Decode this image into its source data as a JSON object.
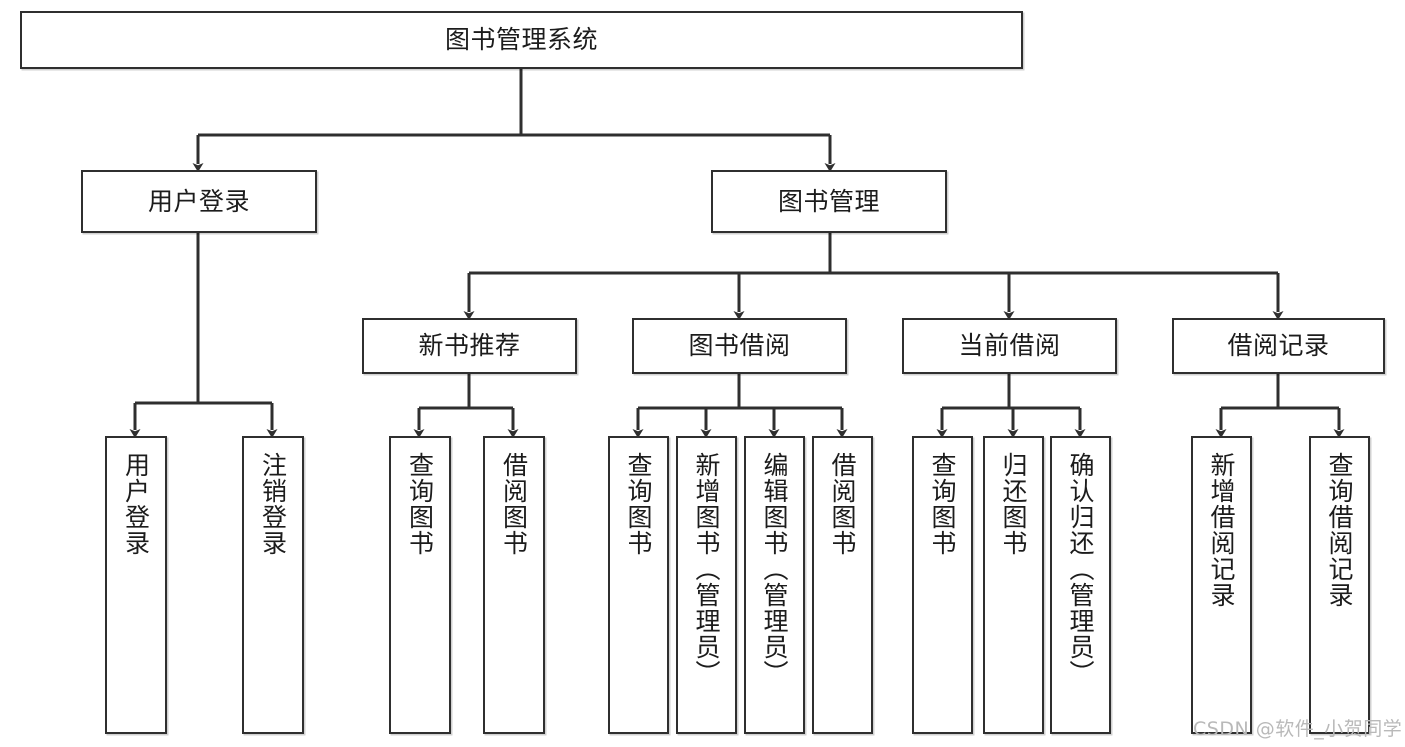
{
  "diagram": {
    "type": "tree-hierarchy-chart",
    "title": "图书管理系统",
    "orientation": "top-down",
    "colors": {
      "box_border": "#2f2f2f",
      "box_fill": "#ffffff",
      "edge": "#2f2f2f",
      "text": "#1c1c1c",
      "watermark": "#b9b9b9",
      "background": "#ffffff"
    }
  },
  "nodes": {
    "root": {
      "label": "图书管理系统"
    },
    "level2": [
      {
        "label": "用户登录"
      },
      {
        "label": "图书管理"
      }
    ],
    "level3": [
      {
        "label": "新书推荐"
      },
      {
        "label": "图书借阅"
      },
      {
        "label": "当前借阅"
      },
      {
        "label": "借阅记录"
      }
    ],
    "leaves": {
      "user_login": [
        {
          "label": "用户登录"
        },
        {
          "label": "注销登录"
        }
      ],
      "new_book_recommend": [
        {
          "label": "查询图书"
        },
        {
          "label": "借阅图书"
        }
      ],
      "book_borrow": [
        {
          "label": "查询图书"
        },
        {
          "label": "新增图书（管理员）"
        },
        {
          "label": "编辑图书（管理员）"
        },
        {
          "label": "借阅图书"
        }
      ],
      "current_borrow": [
        {
          "label": "查询图书"
        },
        {
          "label": "归还图书"
        },
        {
          "label": "确认归还（管理员）"
        }
      ],
      "borrow_record": [
        {
          "label": "新增借阅记录"
        },
        {
          "label": "查询借阅记录"
        }
      ]
    }
  },
  "watermark": {
    "text": "CSDN @软件_小贺同学"
  }
}
